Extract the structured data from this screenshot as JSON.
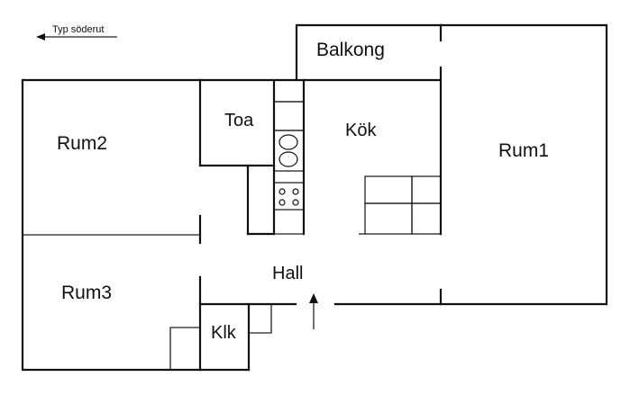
{
  "compass": {
    "label": "Typ söderut",
    "direction": "arrow-left"
  },
  "rooms": {
    "balkong": "Balkong",
    "toa": "Toa",
    "kok": "Kök",
    "rum1": "Rum1",
    "rum2": "Rum2",
    "rum3": "Rum3",
    "hall": "Hall",
    "klk": "Klk"
  },
  "colors": {
    "line": "#111111",
    "background": "#ffffff"
  }
}
